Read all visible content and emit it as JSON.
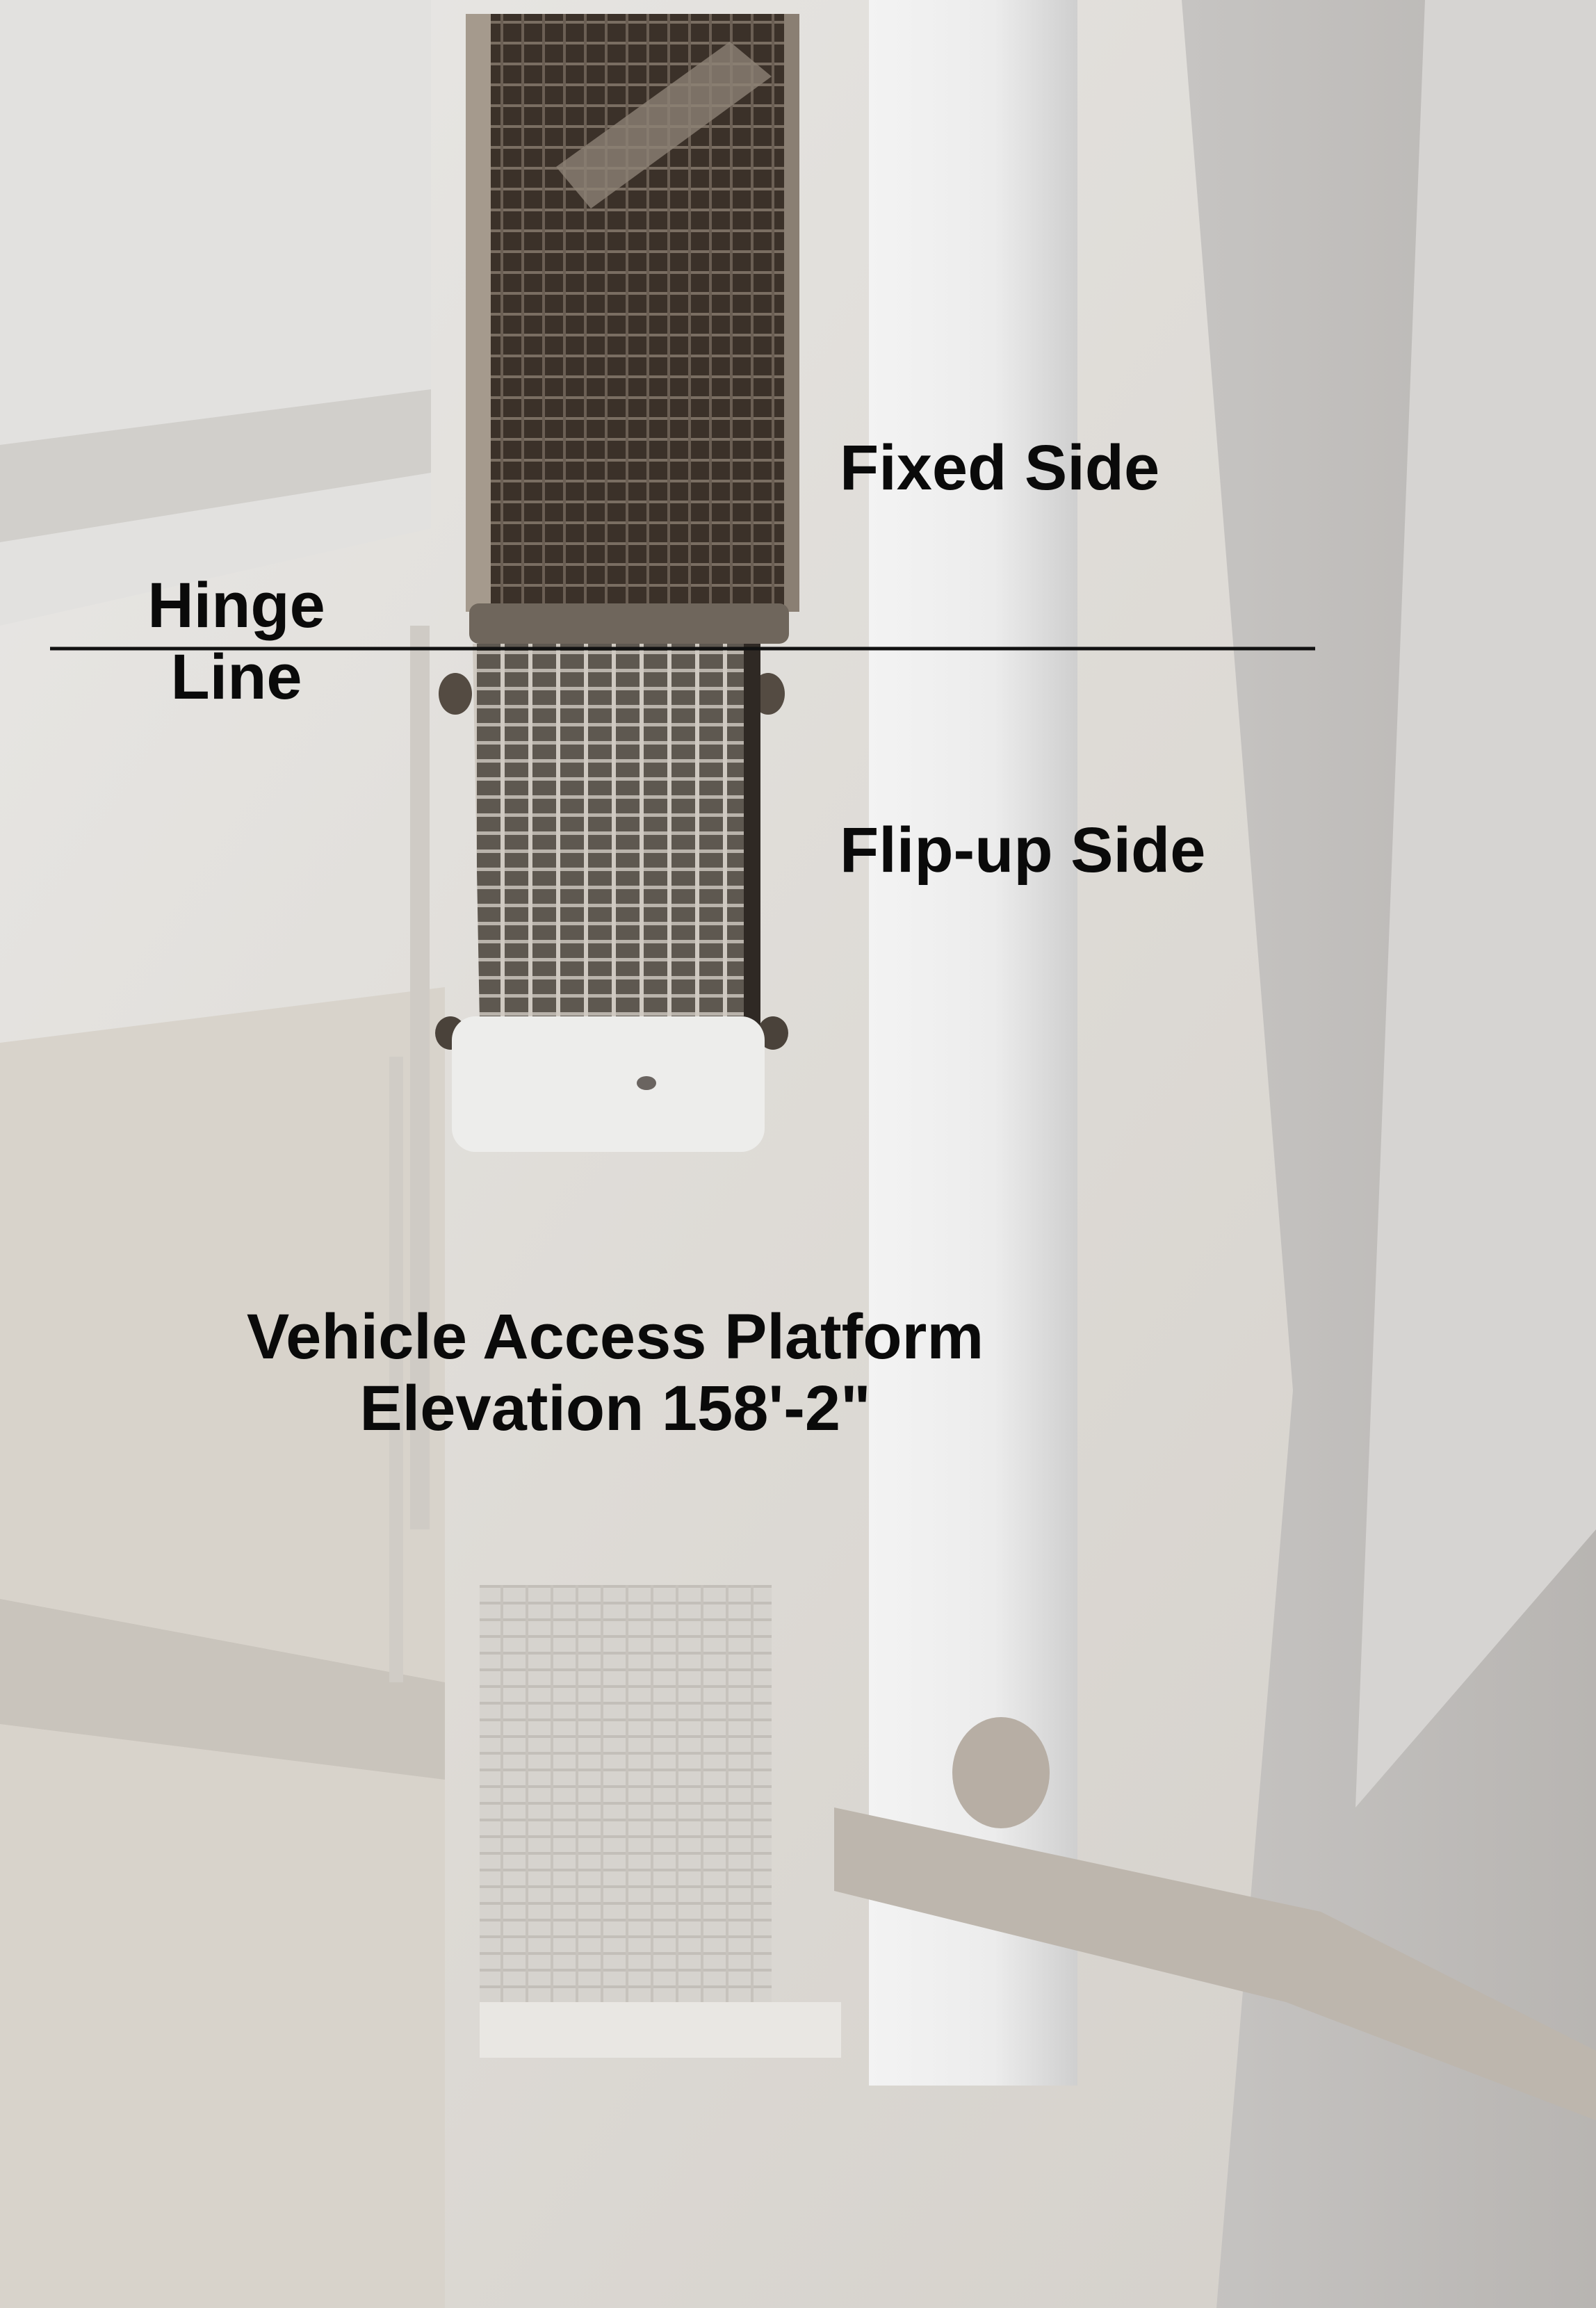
{
  "labels": {
    "fixed_side": "Fixed Side",
    "hinge_line": [
      "Hinge",
      "Line"
    ],
    "flip_up_side": "Flip-up Side",
    "caption": [
      "Vehicle Access Platform",
      "Elevation 158'-2\""
    ]
  },
  "colors": {
    "text": "#0a0a0a",
    "hinge_line": "#111111",
    "platform_grating": "#3a3028",
    "faded_background": "#dcdad6"
  }
}
